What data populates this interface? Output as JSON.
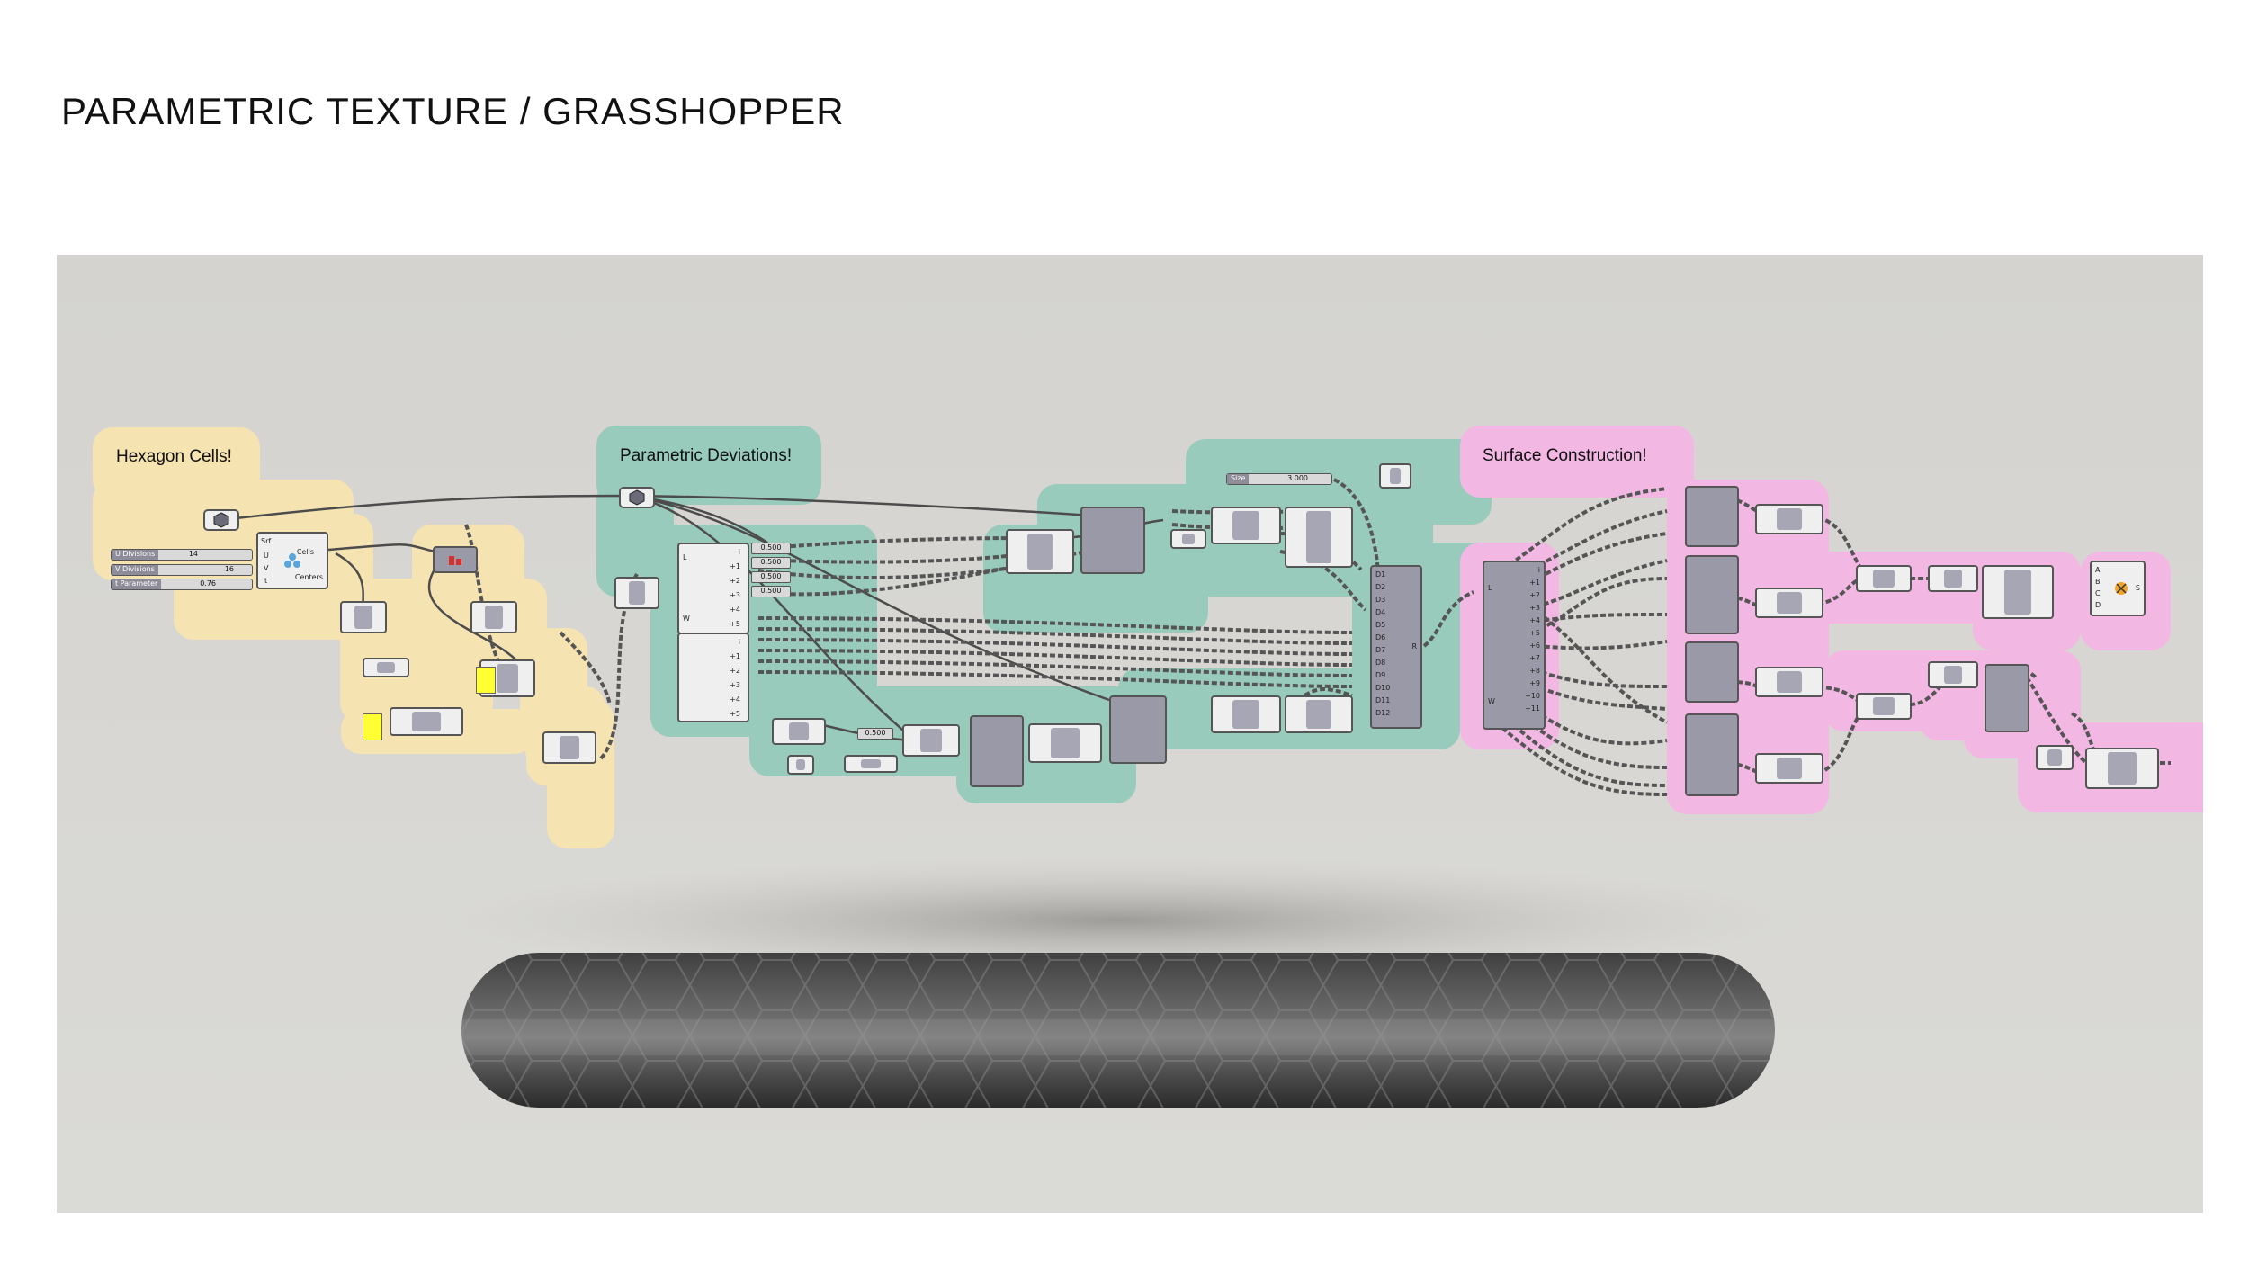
{
  "page": {
    "title": "PARAMETRIC TEXTURE / GRASSHOPPER"
  },
  "groups": {
    "hexagon": {
      "title": "Hexagon Cells!"
    },
    "deviations": {
      "title": "Parametric Deviations!"
    },
    "surface": {
      "title": "Surface Construction!"
    }
  },
  "sliders": {
    "u_divisions": {
      "label": "U Divisions",
      "value": "14"
    },
    "v_divisions": {
      "label": "V Divisions",
      "value": "16"
    },
    "t_parameter": {
      "label": "t Parameter",
      "value": "0.76"
    },
    "size": {
      "label": "Size",
      "value": "3.000"
    },
    "p1": "0.500",
    "p2": "0.500",
    "p3": "0.500",
    "p4": "0.500",
    "p5": "0.500"
  },
  "hex_node": {
    "in1": "Srf",
    "in2": "U",
    "in3": "V",
    "in4": "t",
    "out1": "Cells",
    "out2": "Centers"
  },
  "merge_node": {
    "inputs": [
      "D1",
      "D2",
      "D3",
      "D4",
      "D5",
      "D6",
      "D7",
      "D8",
      "D9",
      "D10",
      "D11",
      "D12"
    ],
    "out": "R"
  },
  "list_node": {
    "inputs": [
      "i",
      "+1",
      "+2",
      "+3",
      "+4",
      "+5",
      "+6",
      "+7",
      "+8",
      "+9",
      "+10",
      "+11"
    ],
    "in_w": "W",
    "in_l": "L"
  },
  "shift_node": {
    "inputs": [
      "i",
      "+1",
      "+2",
      "+3",
      "+4",
      "+5"
    ],
    "l": "L",
    "w": "W"
  },
  "surface_node": {
    "in1": "A",
    "in2": "B",
    "in3": "C",
    "in4": "D",
    "out": "S"
  },
  "colors": {
    "yellow_group": "#f6e3b2",
    "teal_group": "#98cbbb",
    "pink_group": "#f3b7e3",
    "canvas": "#d6d5d1",
    "node": "#efefef",
    "node_dark": "#9a99a8",
    "wire": "#555555"
  },
  "icons": [
    "hexagon-icon",
    "graph-icon",
    "merge-icon",
    "surface-icon",
    "mesh-icon"
  ]
}
